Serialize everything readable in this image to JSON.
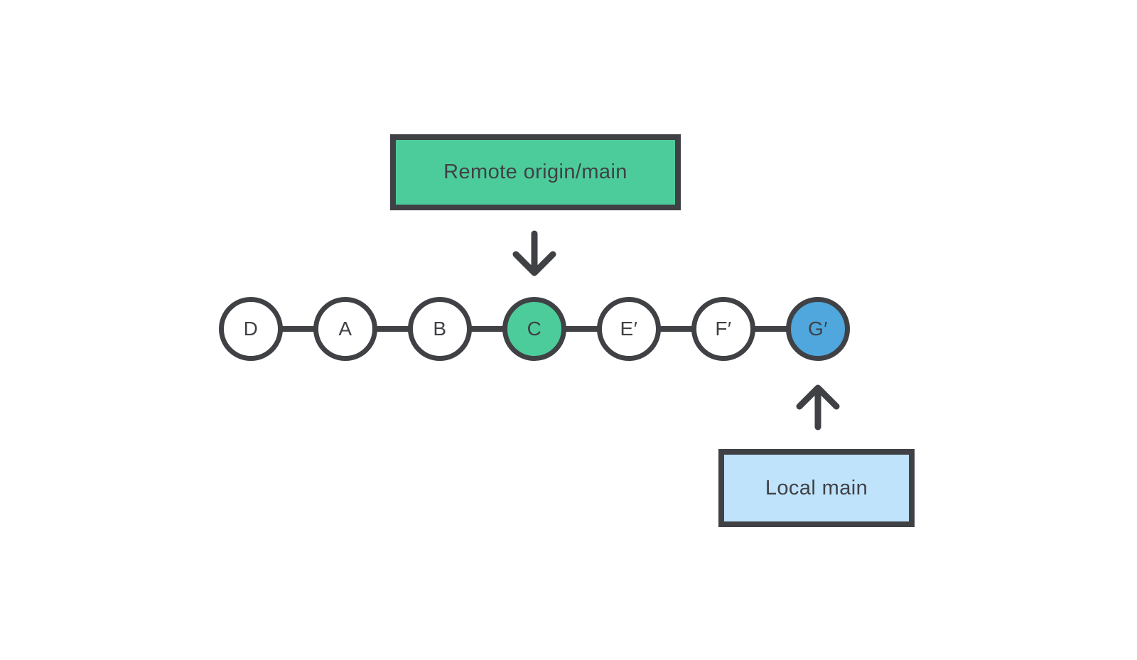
{
  "colors": {
    "dark": "#3f4145",
    "green": "#4dcc9b",
    "blue": "#4fa7dd",
    "light_blue": "#bfe3fb",
    "bg": "#ffffff"
  },
  "remote_box": {
    "label": "Remote origin/main",
    "fill": "green"
  },
  "local_box": {
    "label": "Local main",
    "fill": "light_blue"
  },
  "commits": [
    {
      "label": "D",
      "fill": "white"
    },
    {
      "label": "A",
      "fill": "white"
    },
    {
      "label": "B",
      "fill": "white"
    },
    {
      "label": "C",
      "fill": "green"
    },
    {
      "label": "E′",
      "fill": "white"
    },
    {
      "label": "F′",
      "fill": "white"
    },
    {
      "label": "G′",
      "fill": "blue"
    }
  ],
  "arrows": [
    {
      "name": "remote-pointer",
      "direction": "down",
      "points_to": "C"
    },
    {
      "name": "local-pointer",
      "direction": "up",
      "points_to": "G′"
    }
  ]
}
